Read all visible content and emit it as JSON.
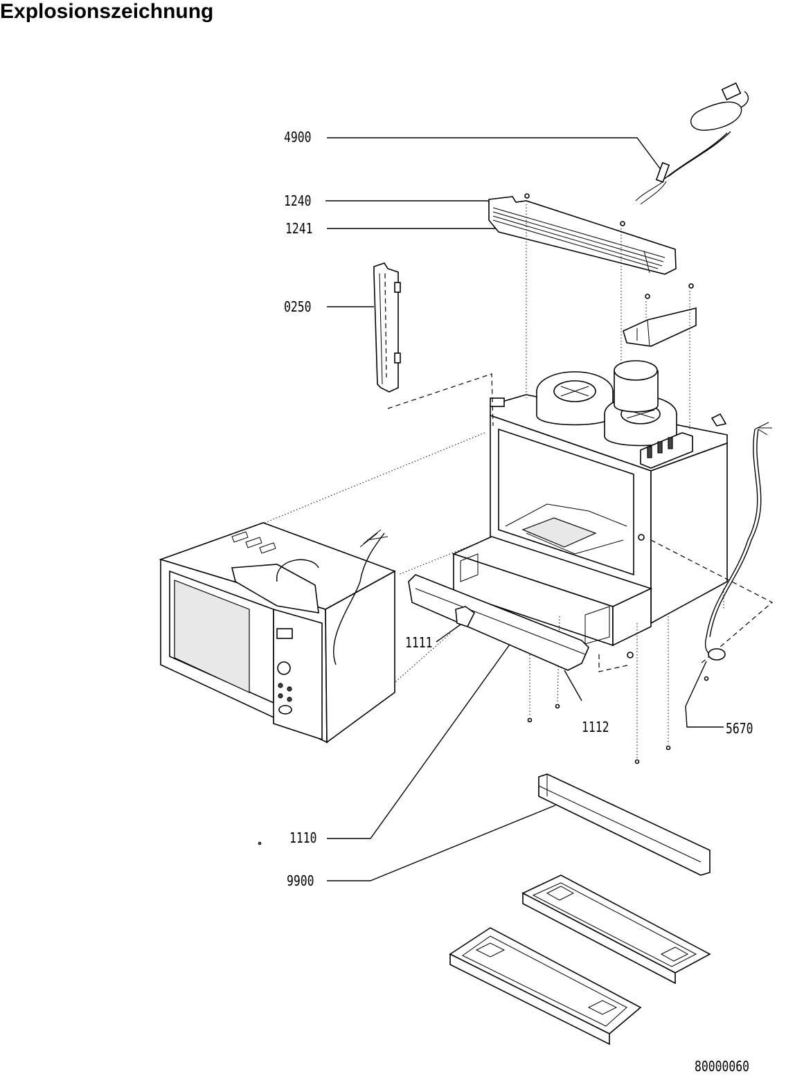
{
  "title": "Explosionszeichnung",
  "drawing_number": "80000060",
  "callouts": [
    {
      "id": "4900",
      "text": "4900"
    },
    {
      "id": "1240",
      "text": "1240"
    },
    {
      "id": "1241",
      "text": "1241"
    },
    {
      "id": "0250",
      "text": "0250"
    },
    {
      "id": "1111",
      "text": "1111"
    },
    {
      "id": "1112",
      "text": "1112"
    },
    {
      "id": "5670",
      "text": "5670"
    },
    {
      "id": "1110",
      "text": "1110"
    },
    {
      "id": "9900",
      "text": "9900"
    }
  ]
}
